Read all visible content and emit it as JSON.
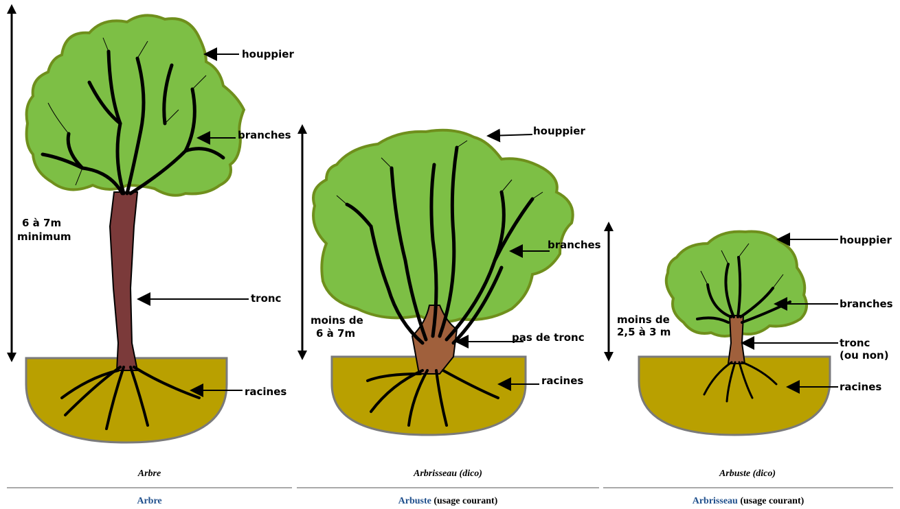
{
  "diagrams": [
    {
      "height_text_line1": "6 à 7m",
      "height_text_line2": "minimum",
      "labels": [
        "houppier",
        "branches",
        "tronc",
        "racines"
      ],
      "caption": "Arbre"
    },
    {
      "height_text_line1": "moins de",
      "height_text_line2": "6 à 7m",
      "labels": [
        "houppier",
        "branches",
        "pas de tronc",
        "racines"
      ],
      "caption": "Arbrisseau (dico)"
    },
    {
      "height_text_line1": "moins de",
      "height_text_line2": "2,5 à 3 m",
      "labels": [
        "houppier",
        "branches",
        "tronc",
        "(ou non)",
        "racines"
      ],
      "caption": "Arbuste (dico)"
    }
  ],
  "footer_links": [
    {
      "link_text": "Arbre",
      "note": ""
    },
    {
      "link_text": "Arbuste",
      "note": "(usage courant)"
    },
    {
      "link_text": "Arbrisseau",
      "note": "(usage courant)"
    }
  ],
  "colors": {
    "foliage": "#7dbf45",
    "foliage_outline": "#6f8f1c",
    "trunk_tree": "#7b3a3a",
    "trunk_shrub": "#a0603c",
    "soil": "#b9a000",
    "soil_outline": "#7a7a7a",
    "link": "#1f4f8c"
  }
}
